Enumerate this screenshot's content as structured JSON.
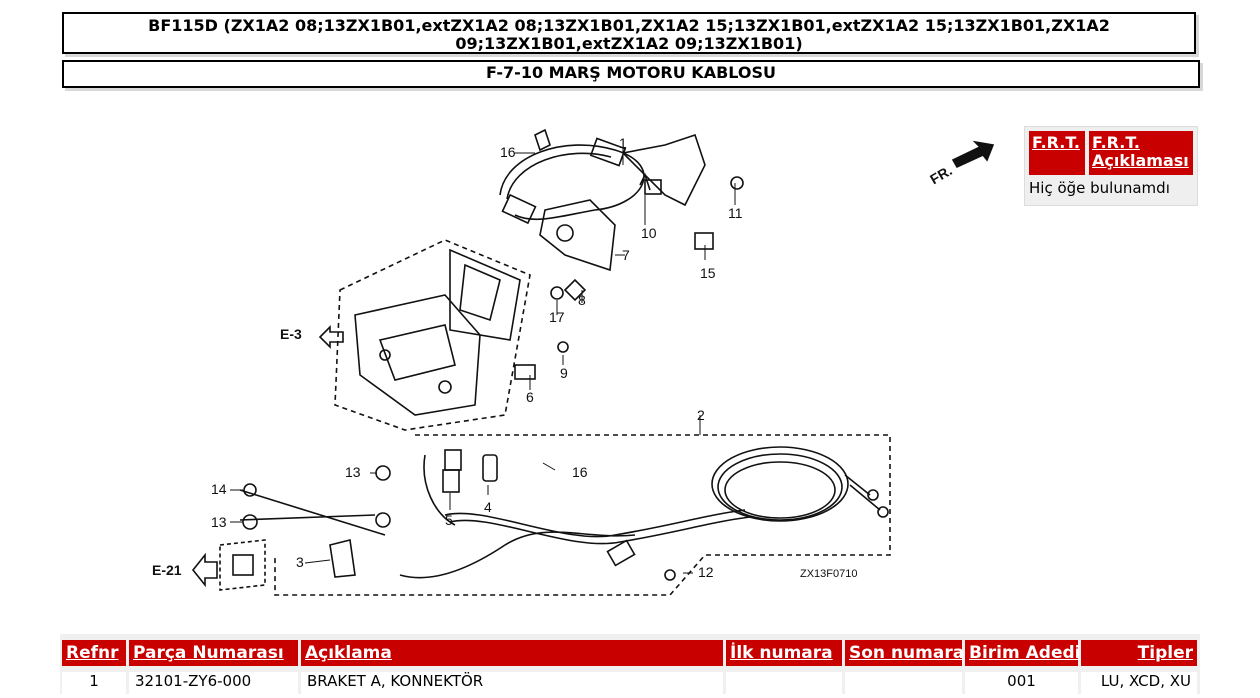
{
  "header": {
    "model_line": "BF115D (ZX1A2 08;13ZX1B01,extZX1A2 08;13ZX1B01,ZX1A2 15;13ZX1B01,extZX1A2 15;13ZX1B01,ZX1A2",
    "model_line2": "09;13ZX1B01,extZX1A2 09;13ZX1B01)",
    "section_title": "F-7-10 MARŞ MOTORU KABLOSU"
  },
  "diagram": {
    "callouts": [
      "16",
      "1",
      "11",
      "10",
      "7",
      "15",
      "8",
      "17",
      "9",
      "6",
      "2",
      "16",
      "13",
      "14",
      "13",
      "5",
      "4",
      "3",
      "12"
    ],
    "refs": {
      "e3": "E-3",
      "e21": "E-21",
      "fr": "FR."
    },
    "code": "ZX13F0710"
  },
  "frt_panel": {
    "col1": "F.R.T.",
    "col2_line1": "F.R.T.",
    "col2_line2": "Açıklaması",
    "empty_text": "Hiç öğe bulunamdı"
  },
  "parts_table": {
    "headers": [
      "Refnr",
      "Parça Numarası",
      "Açıklama",
      "İlk numara",
      "Son numara",
      "Birim Adedi",
      "Tipler"
    ],
    "rows": [
      {
        "refnr": "1",
        "part_no": "32101-ZY6-000",
        "desc": "BRAKET A, KONNEKTÖR",
        "first": "",
        "last": "",
        "qty": "001",
        "types": "LU, XCD, XU"
      }
    ]
  }
}
